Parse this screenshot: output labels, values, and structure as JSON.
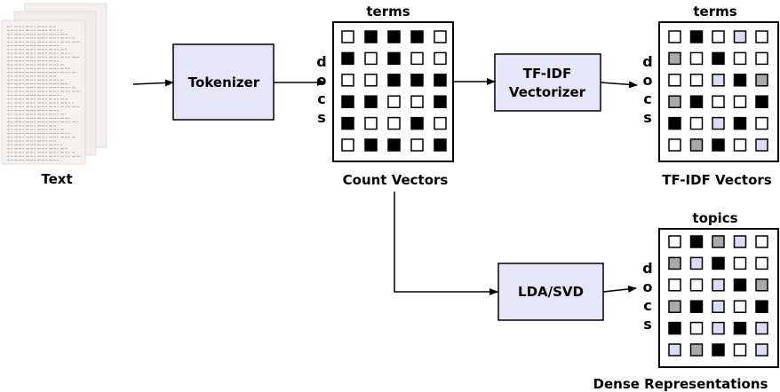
{
  "labels": {
    "text": "Text",
    "tokenizer": "Tokenizer",
    "tfidf_line1": "TF-IDF",
    "tfidf_line2": "Vectorizer",
    "lda": "LDA/SVD",
    "count_vectors": "Count Vectors",
    "tfidf_vectors": "TF-IDF Vectors",
    "dense": "Dense Representations",
    "terms": "terms",
    "topics": "topics",
    "docs": [
      "d",
      "o",
      "c",
      "s"
    ]
  },
  "colors": {
    "box_fill": "#e6e6f8",
    "black": "#000000",
    "gray": "#aaaaaa",
    "light": "#dcdcf4",
    "white": "#ffffff"
  },
  "matrices": {
    "count": [
      [
        "w",
        "b",
        "b",
        "b",
        "w"
      ],
      [
        "b",
        "w",
        "b",
        "w",
        "w"
      ],
      [
        "w",
        "w",
        "b",
        "b",
        "b"
      ],
      [
        "b",
        "b",
        "w",
        "w",
        "b"
      ],
      [
        "b",
        "w",
        "w",
        "b",
        "w"
      ],
      [
        "w",
        "b",
        "b",
        "w",
        "b"
      ]
    ],
    "tfidf": [
      [
        "w",
        "b",
        "w",
        "l",
        "w"
      ],
      [
        "g",
        "w",
        "b",
        "w",
        "w"
      ],
      [
        "w",
        "w",
        "l",
        "b",
        "g"
      ],
      [
        "g",
        "b",
        "w",
        "w",
        "b"
      ],
      [
        "b",
        "w",
        "l",
        "b",
        "w"
      ],
      [
        "w",
        "g",
        "b",
        "w",
        "l"
      ]
    ],
    "dense": [
      [
        "w",
        "b",
        "g",
        "l",
        "w"
      ],
      [
        "g",
        "l",
        "b",
        "w",
        "w"
      ],
      [
        "w",
        "w",
        "l",
        "b",
        "g"
      ],
      [
        "g",
        "b",
        "l",
        "w",
        "b"
      ],
      [
        "b",
        "w",
        "l",
        "b",
        "l"
      ],
      [
        "l",
        "g",
        "b",
        "w",
        "l"
      ]
    ]
  }
}
